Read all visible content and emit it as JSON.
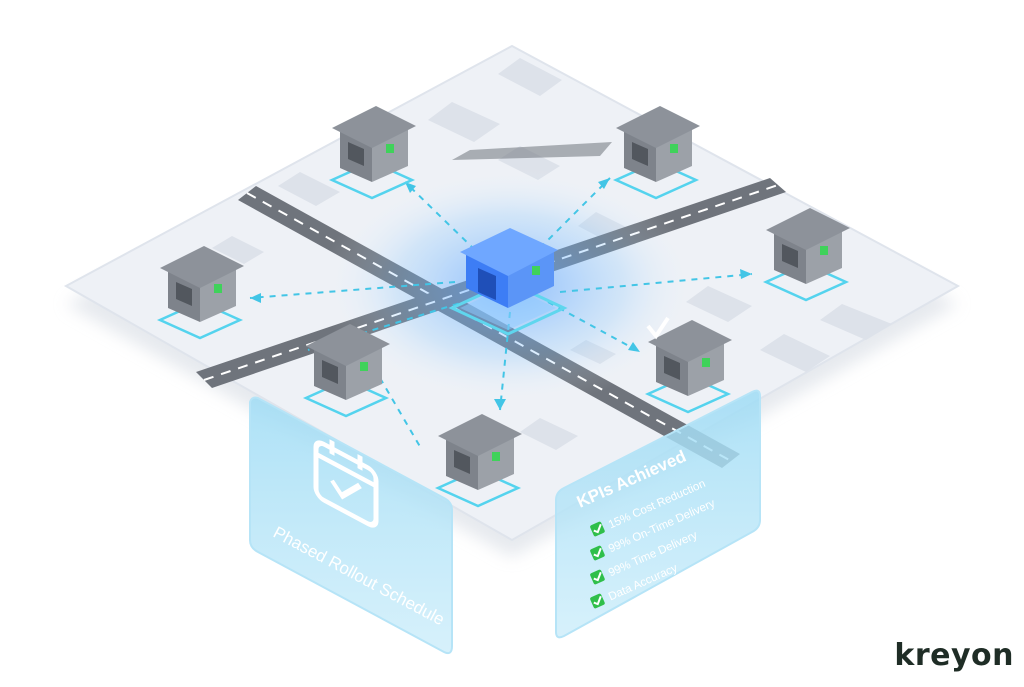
{
  "rollout_card": {
    "label": "Phased Rollout Schedule",
    "icon": "calendar-check-icon"
  },
  "kpi_card": {
    "title": "KPIs Achieved",
    "items": [
      "15% Cost Reduction",
      "99% On-Time Delivery",
      "99% Time Delivery",
      "Data Accuracy"
    ],
    "icon": "check-square-icon"
  },
  "brand": {
    "name": "kreyon"
  },
  "colors": {
    "hub_blue": "#3d7df5",
    "glow_cyan": "#5fd6ee",
    "card_blue": "#8fd3f2",
    "check_green": "#2fbf4a",
    "road_gray": "#6f747c",
    "building_gray": "#8a8f98"
  }
}
